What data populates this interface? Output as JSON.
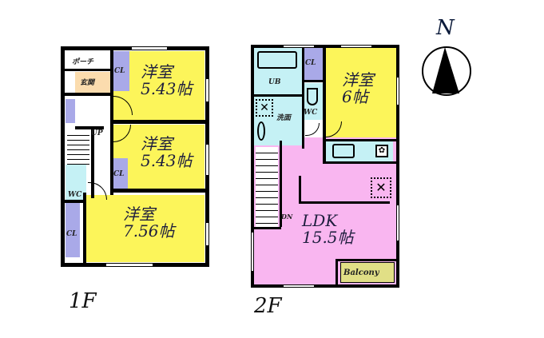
{
  "compass": {
    "label": "N"
  },
  "floors": [
    {
      "label": "1F",
      "rooms": [
        {
          "name": "porch",
          "label": "ポーチ"
        },
        {
          "name": "entrance",
          "label": "玄関"
        },
        {
          "name": "bedroom-1",
          "label": "洋室",
          "size": "5.43帖"
        },
        {
          "name": "bedroom-2",
          "label": "洋室",
          "size": "5.43帖"
        },
        {
          "name": "bedroom-3",
          "label": "洋室",
          "size": "7.56帖"
        },
        {
          "name": "closet-1",
          "label": "CL"
        },
        {
          "name": "closet-2",
          "label": "CL"
        },
        {
          "name": "closet-3",
          "label": "CL"
        },
        {
          "name": "toilet",
          "label": "WC"
        },
        {
          "name": "stairs",
          "label": "UP"
        }
      ]
    },
    {
      "label": "2F",
      "rooms": [
        {
          "name": "bath",
          "label": "UB"
        },
        {
          "name": "washroom",
          "label": "洗面"
        },
        {
          "name": "closet",
          "label": "CL"
        },
        {
          "name": "toilet",
          "label": "WC"
        },
        {
          "name": "bedroom",
          "label": "洋室",
          "size": "6帖"
        },
        {
          "name": "ldk",
          "label": "LDK",
          "size": "15.5帖"
        },
        {
          "name": "balcony",
          "label": "Balcony"
        },
        {
          "name": "stairs",
          "label": "DN"
        }
      ]
    }
  ],
  "colors": {
    "bedroom": "#fcf55a",
    "ldk": "#f9b6f0",
    "wet_area": "#c5f1f5",
    "closet": "#a9a9e8",
    "entrance": "#fbdcae",
    "balcony": "#e1df86"
  }
}
